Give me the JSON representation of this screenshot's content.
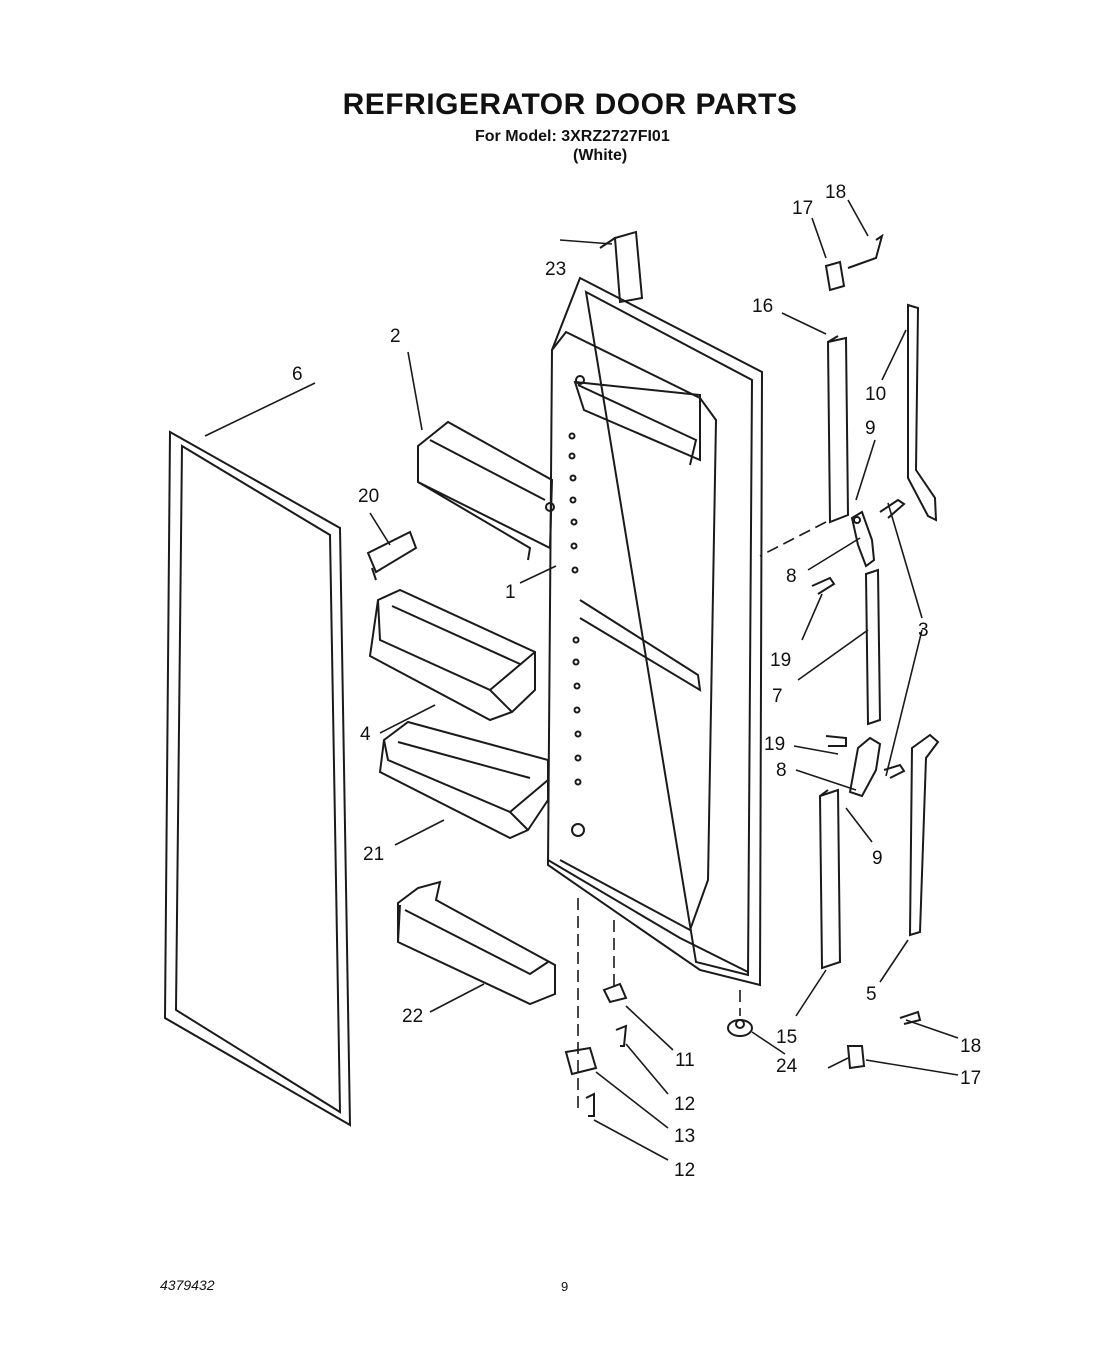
{
  "header": {
    "title": "REFRIGERATOR DOOR PARTS",
    "model_line": "For Model: 3XRZ2727FI01",
    "variant": "(White)"
  },
  "footer": {
    "doc_number": "4379432",
    "page_number": "9"
  },
  "callouts": {
    "c1": "1",
    "c2": "2",
    "c3a": "3",
    "c4": "4",
    "c5": "5",
    "c6": "6",
    "c7": "7",
    "c8a": "8",
    "c8b": "8",
    "c9a": "9",
    "c9b": "9",
    "c10": "10",
    "c11": "11",
    "c12a": "12",
    "c12b": "12",
    "c13": "13",
    "c15": "15",
    "c16": "16",
    "c17a": "17",
    "c17b": "17",
    "c18a": "18",
    "c18b": "18",
    "c19a": "19",
    "c19b": "19",
    "c20": "20",
    "c21": "21",
    "c22": "22",
    "c23": "23",
    "c24": "24"
  }
}
